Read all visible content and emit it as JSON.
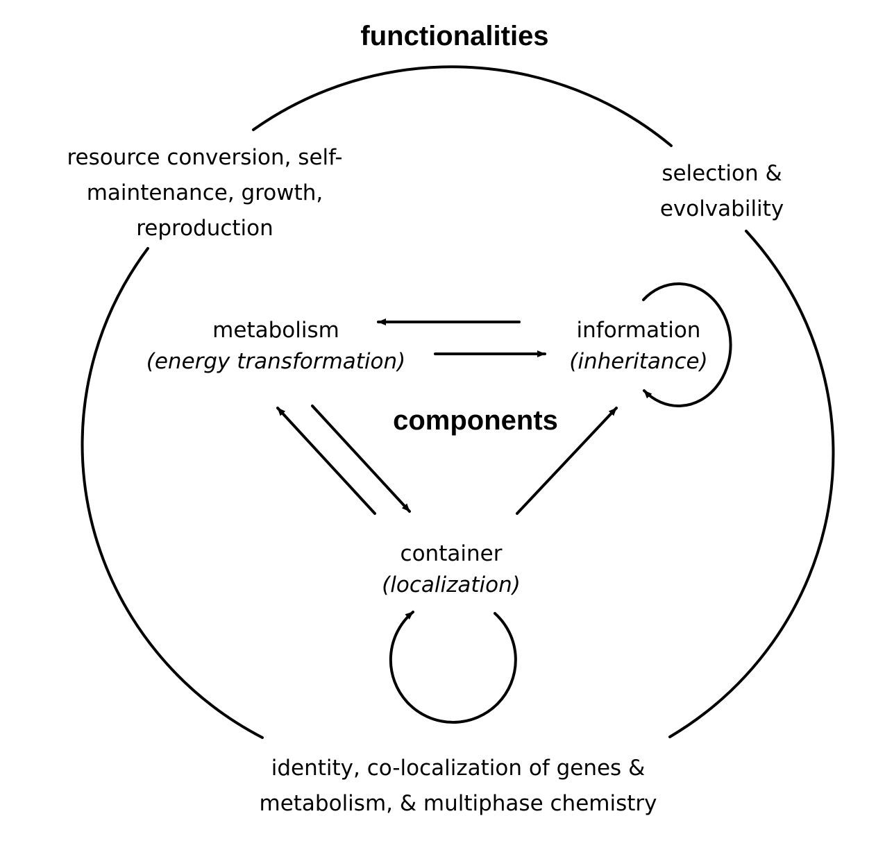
{
  "headings": {
    "functionalities": "functionalities",
    "components": "components"
  },
  "components": {
    "metabolism": {
      "name": "metabolism",
      "role": "(energy transformation)"
    },
    "information": {
      "name": "information",
      "role": "(inheritance)"
    },
    "container": {
      "name": "container",
      "role": "(localization)"
    }
  },
  "functionalities": {
    "metabolism_side": [
      "resource conversion, self-",
      "maintenance, growth,",
      "reproduction"
    ],
    "information_side": [
      "selection &",
      "evolvability"
    ],
    "container_side": [
      "identity, co-localization of genes &",
      "metabolism, & multiphase chemistry"
    ]
  }
}
